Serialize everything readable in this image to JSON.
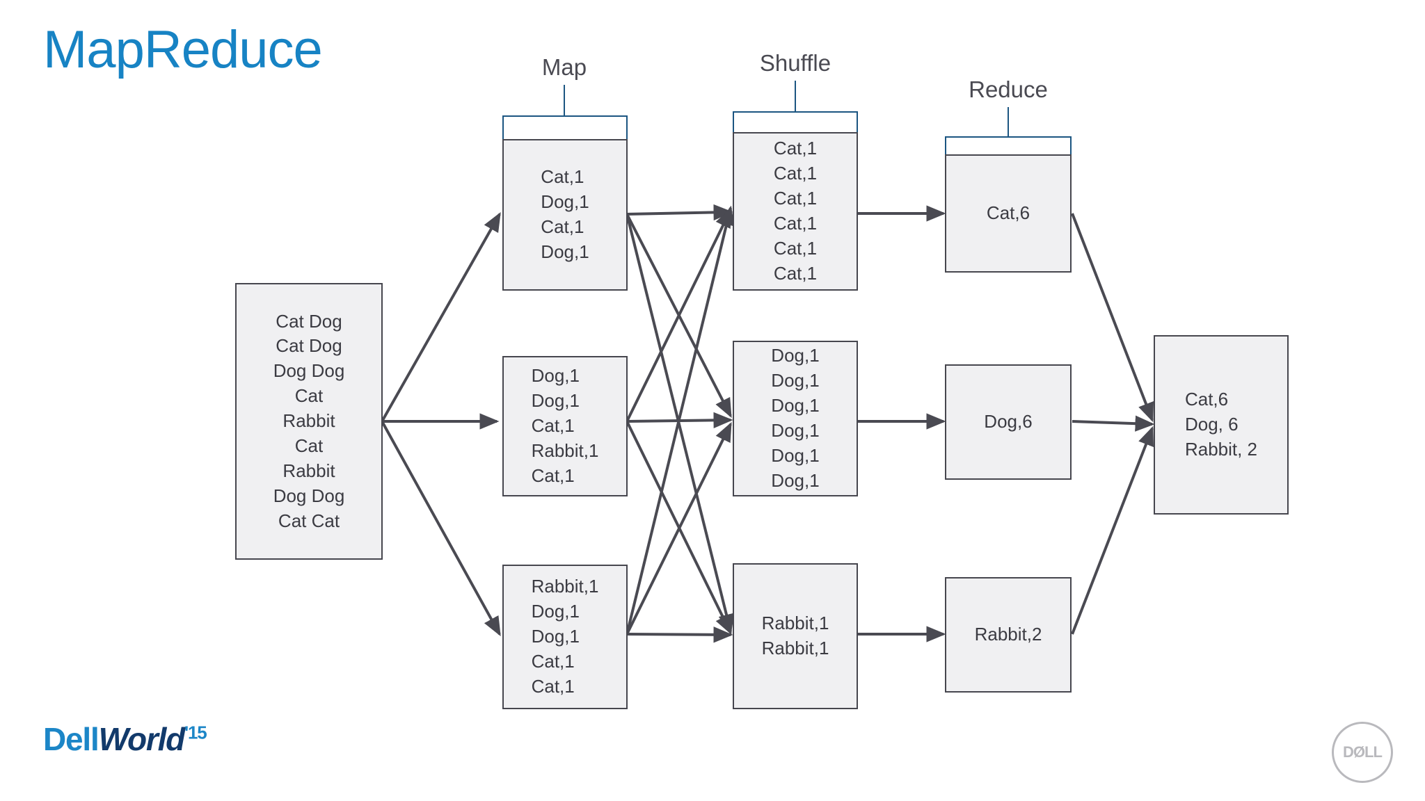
{
  "slide": {
    "title": "MapReduce",
    "background_color": "#ffffff",
    "title_color": "#1783c4"
  },
  "stages": {
    "map": {
      "label": "Map"
    },
    "shuffle": {
      "label": "Shuffle"
    },
    "reduce": {
      "label": "Reduce"
    }
  },
  "input": {
    "name": "input-split",
    "text": "Cat Dog\nCat Dog\nDog Dog\nCat\nRabbit\nCat\nRabbit\nDog Dog\nCat Cat"
  },
  "map_boxes": [
    {
      "text": "Cat,1\nDog,1\nCat,1\nDog,1"
    },
    {
      "text": "Dog,1\nDog,1\nCat,1\nRabbit,1\nCat,1"
    },
    {
      "text": "Rabbit,1\nDog,1\nDog,1\nCat,1\nCat,1"
    }
  ],
  "shuffle_boxes": [
    {
      "text": "Cat,1\nCat,1\nCat,1\nCat,1\nCat,1\nCat,1"
    },
    {
      "text": "Dog,1\nDog,1\nDog,1\nDog,1\nDog,1\nDog,1"
    },
    {
      "text": "Rabbit,1\nRabbit,1"
    }
  ],
  "reduce_boxes": [
    {
      "text": "Cat,6"
    },
    {
      "text": "Dog,6"
    },
    {
      "text": "Rabbit,2"
    }
  ],
  "output": {
    "text": "Cat,6\nDog, 6\nRabbit, 2"
  },
  "branding": {
    "dellworld_dell": "Dell",
    "dellworld_world": "World",
    "dellworld_year": "'15",
    "dell_badge_text": "DØLL"
  },
  "colors": {
    "box_fill": "#f0f0f2",
    "box_border": "#46464e",
    "arrow": "#4a4a52",
    "bracket": "#1b5581",
    "title_blue": "#1783c4",
    "dell_light_blue": "#1c86c7",
    "dell_navy": "#123a6b",
    "badge_gray": "#b9b9bd"
  }
}
